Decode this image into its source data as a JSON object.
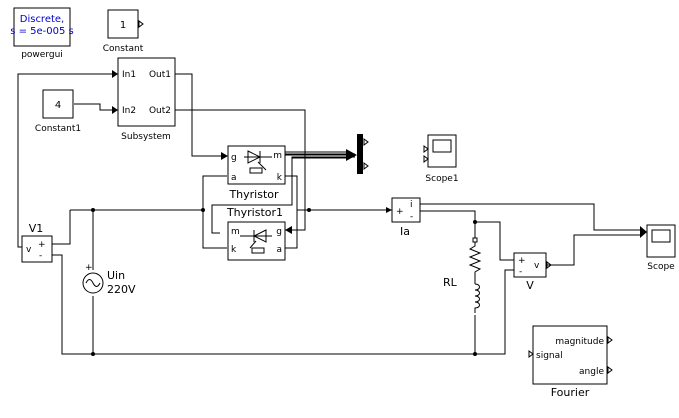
{
  "blocks": {
    "powergui": {
      "line1": "Discrete,",
      "line2": "s = 5e-005 s",
      "name": "powergui"
    },
    "constant": {
      "value": "1",
      "name": "Constant"
    },
    "constant1": {
      "value": "4",
      "name": "Constant1"
    },
    "subsystem": {
      "in1": "In1",
      "in2": "In2",
      "out1": "Out1",
      "out2": "Out2",
      "name": "Subsystem"
    },
    "thyristor": {
      "g": "g",
      "m": "m",
      "a": "a",
      "k": "k",
      "name": "Thyristor"
    },
    "thyristor1": {
      "m": "m",
      "g": "g",
      "k": "k",
      "a": "a",
      "name": "Thyristor1"
    },
    "scope1": {
      "name": "Scope1"
    },
    "scope": {
      "name": "Scope"
    },
    "v1": {
      "v": "v",
      "plus": "+",
      "minus": "-",
      "name": "V1"
    },
    "uin": {
      "name": "Uin",
      "value": "220V",
      "plus": "+"
    },
    "ia": {
      "plus": "+",
      "i": "i",
      "minus": "-",
      "arrow": "→",
      "name": "Ia"
    },
    "rl": {
      "name": "RL"
    },
    "v": {
      "plus": "+",
      "minus": "-",
      "v": "v",
      "name": "V"
    },
    "fourier": {
      "magnitude": "magnitude",
      "signal": "signal",
      "angle": "angle",
      "name": "Fourier"
    }
  },
  "colors": {
    "line": "#000000",
    "text_blue": "#0000cc",
    "background": "#ffffff"
  }
}
